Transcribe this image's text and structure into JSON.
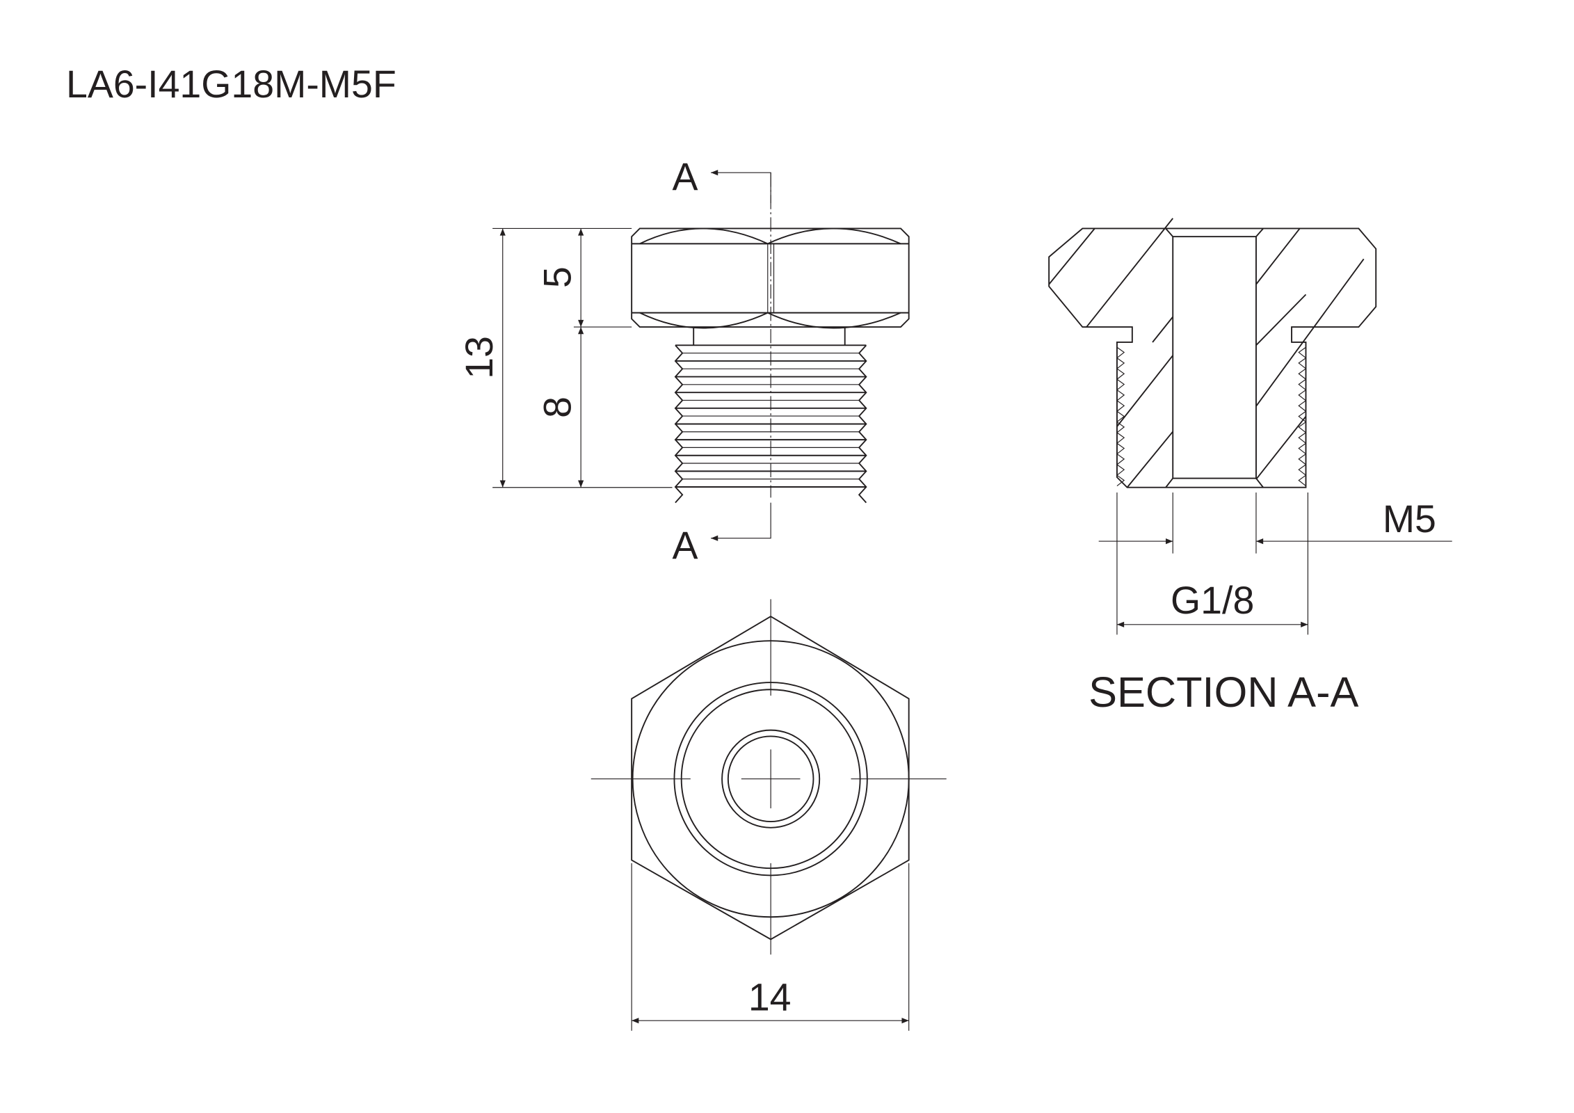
{
  "title": "LA6-I41G18M-M5F",
  "section_markers": {
    "top": "A",
    "bottom": "A"
  },
  "dimensions": {
    "overall_height": "13",
    "head_height": "5",
    "thread_length": "8",
    "across_flats": "14",
    "outer_thread": "G1/8",
    "inner_thread": "M5"
  },
  "section_label": "SECTION A-A",
  "colors": {
    "line": "#231f20",
    "background": "#ffffff"
  }
}
